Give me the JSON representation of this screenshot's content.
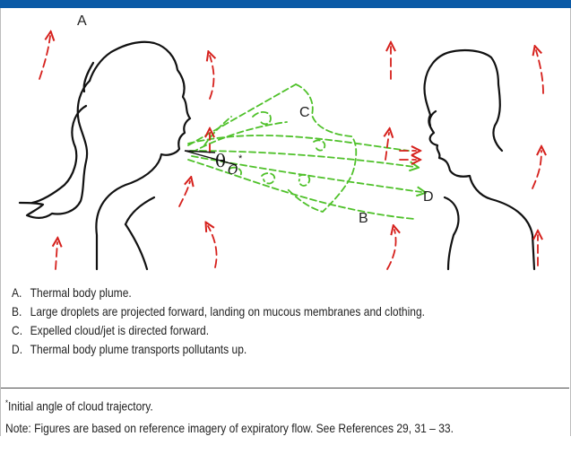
{
  "figure": {
    "labels": {
      "a": "A",
      "b": "B",
      "c": "C",
      "d": "D",
      "theta": "θ",
      "theta_sub": "O",
      "asterisk": "*"
    },
    "colors": {
      "header_bar": "#0b5aa6",
      "silhouette": "#111111",
      "plume_arrows": "#d6201c",
      "cloud": "#4fc12a"
    }
  },
  "legend": [
    {
      "key": "A.",
      "text": "Thermal body plume."
    },
    {
      "key": "B.",
      "text": "Large droplets are projected forward, landing on mucous membranes and clothing."
    },
    {
      "key": "C.",
      "text": "Expelled cloud/jet is directed forward."
    },
    {
      "key": "D.",
      "text": "Thermal body plume transports pollutants up."
    }
  ],
  "footnote": {
    "marker": "*",
    "text": "Initial angle of cloud trajectory."
  },
  "note": "Note: Figures are based on reference imagery of expiratory flow. See References 29, 31 – 33."
}
